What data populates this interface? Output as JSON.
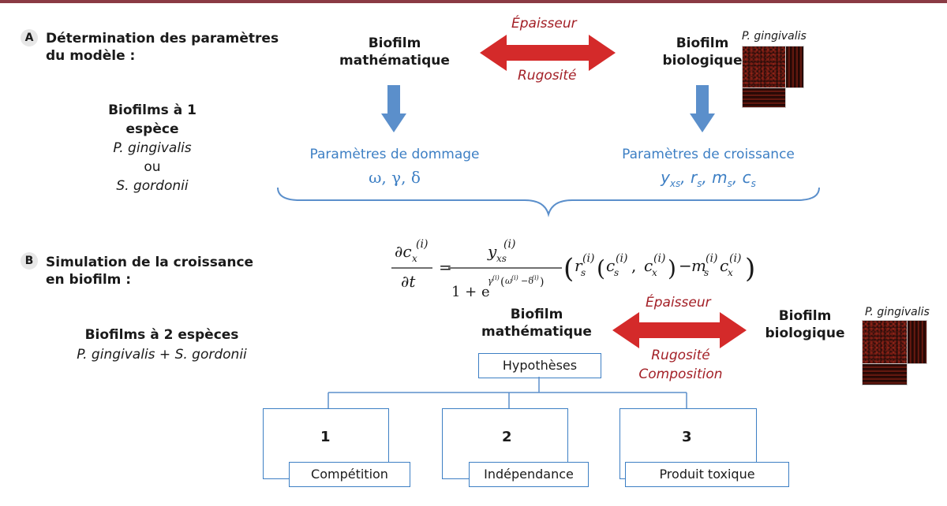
{
  "section_a": {
    "letter": "A",
    "title_line1": "Détermination des paramètres",
    "title_line2": "du modèle :",
    "species_heading": "Biofilms à 1 espèce",
    "species_1": "P. gingivalis",
    "species_or": "ou",
    "species_2": "S. gordonii",
    "math_biofilm_line1": "Biofilm",
    "math_biofilm_line2": "mathématique",
    "bio_biofilm_line1": "Biofilm",
    "bio_biofilm_line2": "biologique",
    "arrow_top_label": "Épaisseur",
    "arrow_bottom_label": "Rugosité",
    "micro_label": "P. gingivalis",
    "damage_params_title": "Paramètres de dommage",
    "damage_params_symbols": "ω, γ, δ",
    "growth_params_title": "Paramètres de croissance",
    "growth_params_symbols": "yxs, rs, ms, cs"
  },
  "section_b": {
    "letter": "B",
    "title_line1": "Simulation de la croissance",
    "title_line2": "en biofilm :",
    "species_heading": "Biofilms à 2 espèces",
    "species_combo": "P. gingivalis + S. gordonii",
    "math_biofilm_line1": "Biofilm",
    "math_biofilm_line2": "mathématique",
    "bio_biofilm_line1": "Biofilm",
    "bio_biofilm_line2": "biologique",
    "arrow_top_label": "Épaisseur",
    "arrow_bottom_label1": "Rugosité",
    "arrow_bottom_label2": "Composition",
    "micro_label": "P. gingivalis",
    "hypotheses_label": "Hypothèses",
    "hypotheses": [
      {
        "number": "1",
        "label": "Compétition"
      },
      {
        "number": "2",
        "label": "Indépendance"
      },
      {
        "number": "3",
        "label": "Produit toxique"
      }
    ]
  },
  "equation": "∂cx(i)/∂t = yxs(i) / (1 + e^(γ(i)(ω(i) − δ(i)))) · (rs(i)(cs(i), cx(i)) − ms(i) cx(i))",
  "colors": {
    "accent_blue": "#3d7fc4",
    "arrow_blue": "#5b8fcb",
    "arrow_red": "#d42a2a",
    "label_red": "#a32027",
    "top_bar": "#8a3a44"
  }
}
